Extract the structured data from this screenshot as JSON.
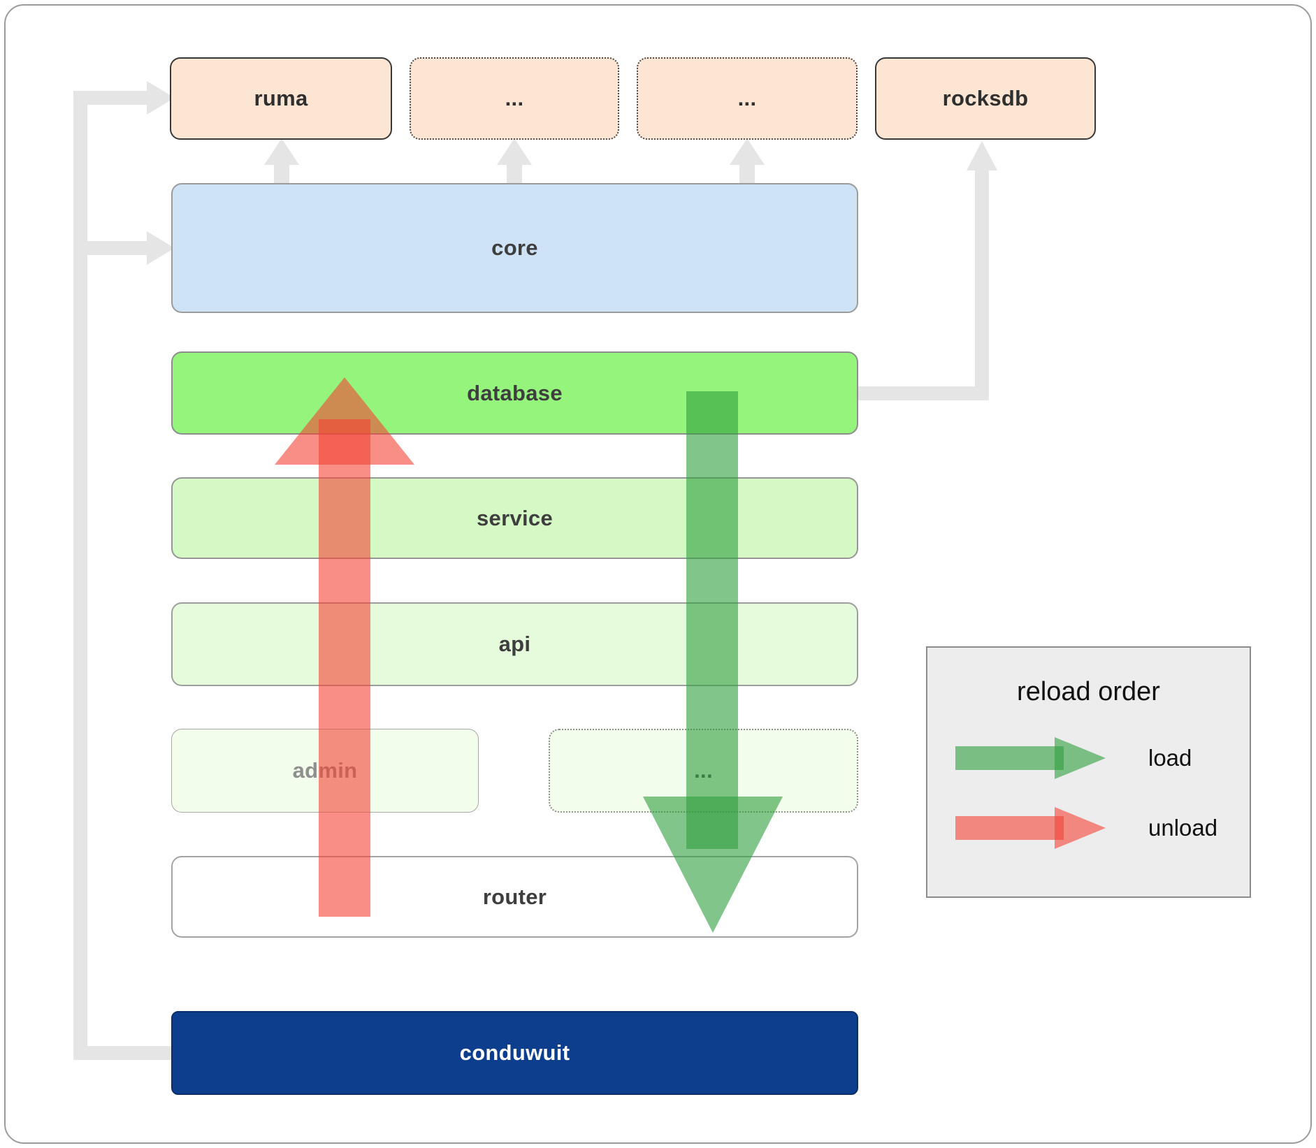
{
  "top_row": [
    {
      "id": "ruma",
      "label": "ruma"
    },
    {
      "id": "ellipsis-1",
      "label": "..."
    },
    {
      "id": "ellipsis-2",
      "label": "..."
    },
    {
      "id": "rocksdb",
      "label": "rocksdb"
    }
  ],
  "layers": {
    "core": {
      "label": "core"
    },
    "database": {
      "label": "database"
    },
    "service": {
      "label": "service"
    },
    "api": {
      "label": "api"
    },
    "admin": {
      "label": "admin"
    },
    "admin_ellipsis": {
      "label": "..."
    },
    "router": {
      "label": "router"
    },
    "conduwuit": {
      "label": "conduwuit"
    }
  },
  "legend": {
    "title": "reload order",
    "load_label": "load",
    "unload_label": "unload"
  },
  "colors": {
    "peach": "#fce5d3",
    "core_blue": "#cfe3f7",
    "database_green": "#95f47c",
    "service_green": "#d4f9c5",
    "api_green": "#e6fbdc",
    "admin_green": "#f2fdec",
    "conduwuit_navy": "#0d3e8e",
    "load_arrow": "#2e9e3e",
    "unload_arrow": "#f44336",
    "connector_gray": "#e5e5e5",
    "legend_gray": "#ededed",
    "frame_gray": "#9b9b9b"
  }
}
